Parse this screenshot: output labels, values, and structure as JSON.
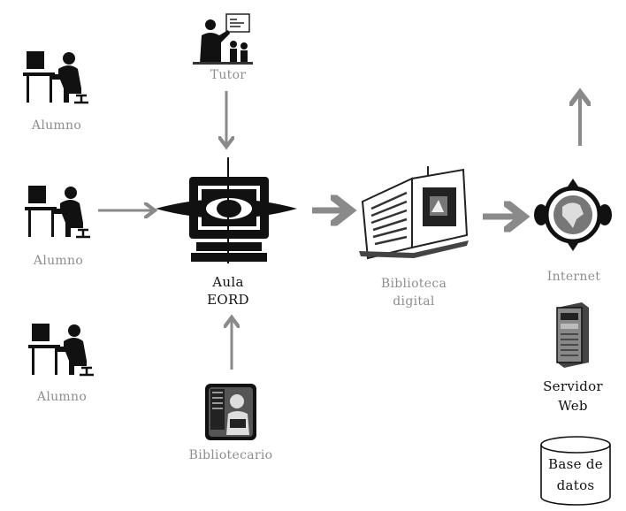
{
  "diagram": {
    "nodes": {
      "tutor": {
        "label": "Tutor"
      },
      "alumno_1": {
        "label": "Alumno"
      },
      "alumno_2": {
        "label": "Alumno"
      },
      "alumno_3": {
        "label": "Alumno"
      },
      "aula": {
        "label_line1": "Aula",
        "label_line2": "EORD"
      },
      "bibliotecario": {
        "label": "Bibliotecario"
      },
      "biblioteca": {
        "label_line1": "Biblioteca",
        "label_line2": "digital"
      },
      "internet": {
        "label": "Internet"
      },
      "servidor": {
        "label_line1": "Servidor",
        "label_line2": "Web"
      },
      "base_datos": {
        "label_line1": "Base de",
        "label_line2": "datos"
      }
    },
    "edges": [
      {
        "from": "tutor",
        "to": "aula"
      },
      {
        "from": "alumno_2",
        "to": "aula"
      },
      {
        "from": "bibliotecario",
        "to": "aula"
      },
      {
        "from": "aula",
        "to": "biblioteca"
      },
      {
        "from": "biblioteca",
        "to": "internet"
      },
      {
        "from": "internet",
        "to": "outside"
      }
    ],
    "colors": {
      "arrow": "#8a8a8a",
      "label_light": "#8e8e8e",
      "label_dark": "#111111"
    }
  }
}
